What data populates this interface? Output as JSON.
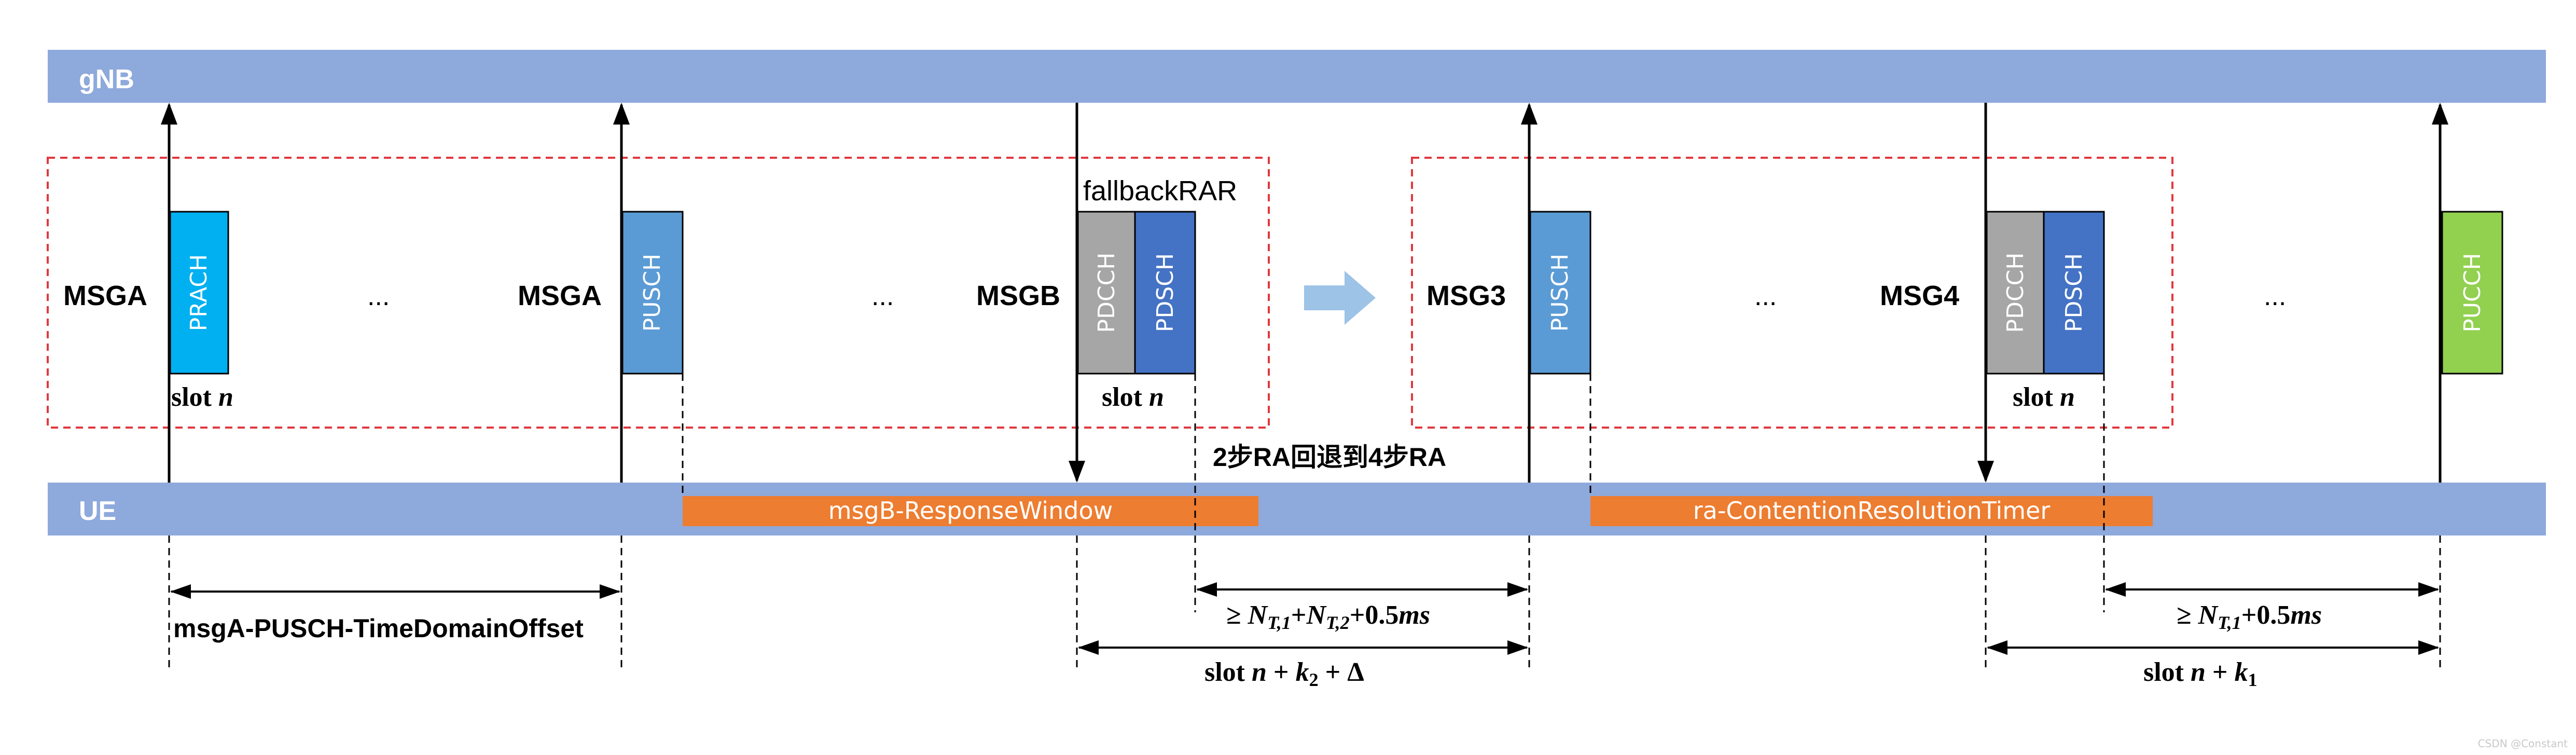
{
  "colors": {
    "bar": "#8EA9DB",
    "prach": "#00B0F0",
    "pusch": "#5B9BD5",
    "pdcch": "#A6A6A6",
    "pdsch": "#4472C4",
    "pucch": "#92D050",
    "timer": "#ED7D31",
    "dashed_box": "#E0393E",
    "arrow": "#9DC3E6"
  },
  "bars": {
    "gnb_label": "gNB",
    "ue_label": "UE"
  },
  "left_group": {
    "msga_1": "MSGA",
    "prach": "PRACH",
    "dots_1": "...",
    "msga_2": "MSGA",
    "pusch": "PUSCH",
    "dots_2": "...",
    "msgb": "MSGB",
    "fallback": "fallbackRAR",
    "pdcch": "PDCCH",
    "pdsch": "PDSCH",
    "slot_prefix": "slot ",
    "slot_var": "n",
    "slot2_prefix": "slot ",
    "slot2_var": "n"
  },
  "right_group": {
    "msg3": "MSG3",
    "pusch": "PUSCH",
    "dots_1": "...",
    "msg4": "MSG4",
    "pdcch": "PDCCH",
    "pdsch": "PDSCH",
    "dots_2": "...",
    "pucch": "PUCCH",
    "slot_prefix": "slot ",
    "slot_var": "n"
  },
  "fallback_note": "2步RA回退到4步RA",
  "timers": {
    "msgb_window": "msgB-ResponseWindow",
    "contention_timer": "ra-ContentionResolutionTimer"
  },
  "dimensions": {
    "offset": "msgA-PUSCH-TimeDomainOffset",
    "left_ge": "≥ ",
    "left_nt1": "N",
    "left_nt1_sub": "T,1",
    "left_plus": "+",
    "left_nt2": "N",
    "left_nt2_sub": "T,2",
    "left_tail": "+0.5",
    "left_ms": "ms",
    "left_slot": "slot ",
    "left_slot_n": "n",
    "left_slot_plus": " + ",
    "left_slot_k": "k",
    "left_slot_k_sub": "2",
    "left_slot_delta": " + Δ",
    "right_ge": "≥ ",
    "right_nt1": "N",
    "right_nt1_sub": "T,1",
    "right_tail": "+0.5",
    "right_ms": "ms",
    "right_slot": "slot ",
    "right_slot_n": "n",
    "right_slot_plus": " + ",
    "right_slot_k": "k",
    "right_slot_k_sub": "1"
  },
  "watermark": "CSDN @Constant"
}
